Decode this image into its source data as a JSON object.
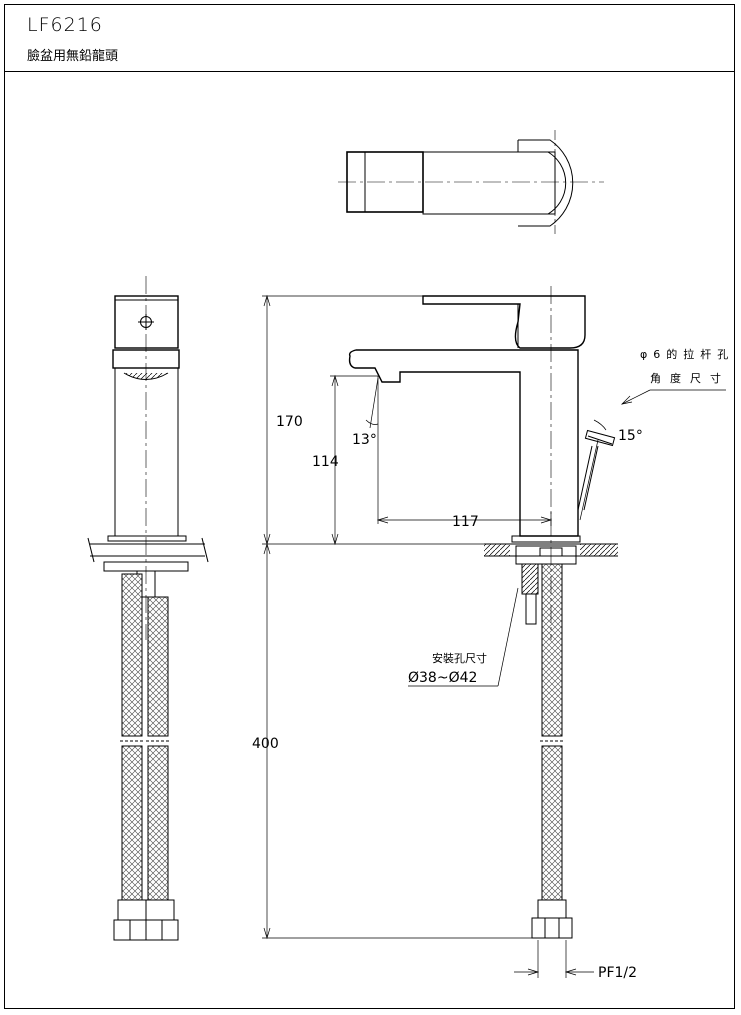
{
  "header": {
    "model": "LF6216",
    "subtitle": "臉盆用無鉛龍頭"
  },
  "dimensions": {
    "height_spout_top": "170",
    "height_spout_outlet": "114",
    "spout_reach": "117",
    "hose_length": "400",
    "spout_angle": "13°",
    "lever_angle": "15°",
    "thread": "PF1/2"
  },
  "annotations": {
    "rod_note_line1": "φ6的拉杆孔",
    "rod_note_line2": "角度尺寸",
    "hole_label": "安裝孔尺寸",
    "hole_size": "Ø38~Ø42"
  }
}
